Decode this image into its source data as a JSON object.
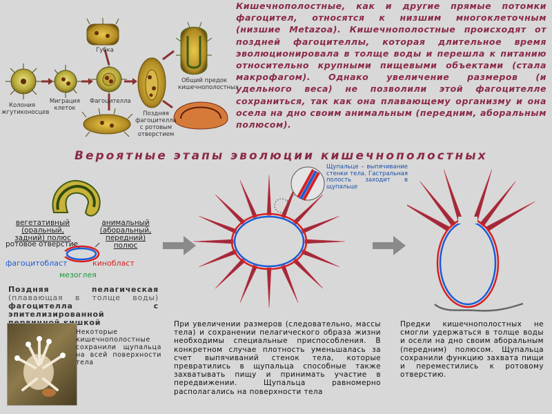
{
  "intro_text": "Кишечнополостные, как и другие прямые потомки фагоцител, относятся к низшим многоклеточным (низшие Metazoa). Кишечнополостные происходят от поздней фагоцителлы, которая длительное время эволюционировала в толще воды и перешла к питанию относительно крупными пищевыми объектами (стала макрофагом). Однако увеличение размеров (и удельного веса) не позволили этой фагоцителле сохраниться, так как она плавающему организму и она осела на дно своим анимальным (передним, аборальным полюсом).",
  "section_heading": "Вероятные этапы эволюции кишечнополостных",
  "top_diagram": {
    "colony_label": "Колония жгутиконосцев",
    "migration_label": "Миграция клеток",
    "phagocytella_label": "Фагоцителла",
    "sponge_label": "Губка",
    "late_phagocytella_label": "Поздняя фагоцителла с ротовым отверстием",
    "ancestor_label": "Общий предок кишечнополостных"
  },
  "poles": {
    "vegetative": "вегетативный (оральный, задний) полюс",
    "animal": "анимальный (аборальный, передний) полюс",
    "mouth": "ротовое отверстие",
    "phagocytoblast": "фагоцитобласт",
    "kinoblast": "кинобласт",
    "mesoglea": "мезоглея"
  },
  "colors": {
    "phagocytoblast": "#1a5bd6",
    "kinoblast": "#d62020",
    "mesoglea": "#1e9a3a",
    "heading": "#8a2a46"
  },
  "pelagic": {
    "bold1": "Поздняя пелагическая",
    "plain": "(плавающая в толще воды)",
    "bold2": "фагоцителла с эпителизированной первичной кишкой"
  },
  "tentacle_note": "Щупальце – выпячивание стенки тела. Гастральная полость заходит в щупальце",
  "photo_caption": "Некоторые кишечнополостные сохранили щупальца на всей поверхности тела",
  "middle_text": "При увеличении размеров (следовательно, массы тела) и сохранении пелагического образа жизни необходимы специальные приспособления. В конкретном случае плотность уменьшалась за счет выпячиваний стенок тела, которые превратились в щупальца способные также захватывать пищу и принимать участие в передвижении. Щупальца равномерно располагались на поверхности тела",
  "right_text": "Предки кишечнополостных не смогли удержаться в толще воды и осели на дно своим аборальным (передним) полюсом. Щупальца сохранили функцию захвата пищи и переместились к ротовому отверстию."
}
